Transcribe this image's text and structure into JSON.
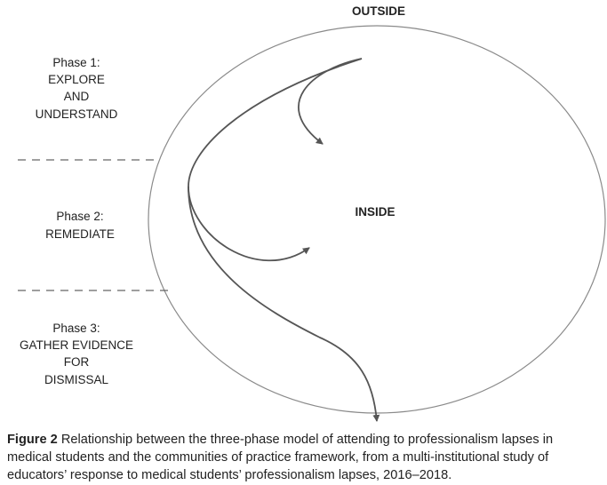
{
  "diagram": {
    "outside_label": "OUTSIDE",
    "inside_label": "INSIDE",
    "phases": [
      {
        "lines": [
          "Phase 1:",
          "EXPLORE",
          "AND",
          "UNDERSTAND"
        ]
      },
      {
        "lines": [
          "Phase 2:",
          "REMEDIATE"
        ]
      },
      {
        "lines": [
          "Phase 3:",
          "GATHER EVIDENCE",
          "FOR",
          "DISMISSAL"
        ]
      }
    ],
    "colors": {
      "ellipse": "#8a8a8a",
      "arrow": "#555555",
      "divider": "#666666",
      "text": "#222222"
    }
  },
  "caption": {
    "label": "Figure 2",
    "text": " Relationship between the three-phase model of attending to professionalism lapses in medical students and the communities of practice framework, from a multi-institutional study of educators’ response to medical students’ professionalism lapses, 2016–2018."
  }
}
